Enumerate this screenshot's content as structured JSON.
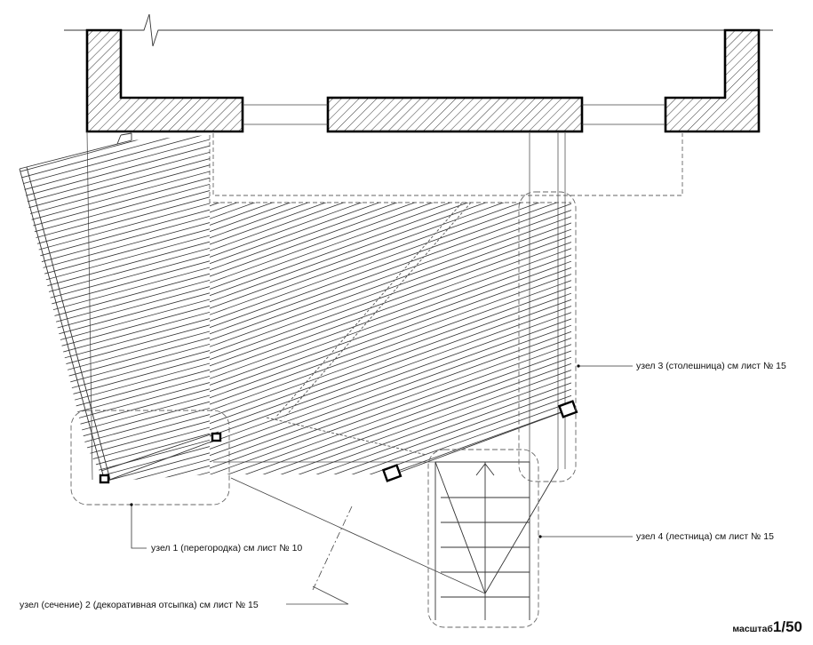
{
  "callouts": {
    "node1": "узел 1 (перегородка) см лист № 10",
    "node2": "узел (сечение) 2 (декоративная отсыпка) см лист № 15",
    "node3": "узел 3 (столешница) см лист № 15",
    "node4": "узел 4 (лестница) см лист № 15"
  },
  "scale": {
    "prefix": "масштаб",
    "value": "1/50"
  }
}
